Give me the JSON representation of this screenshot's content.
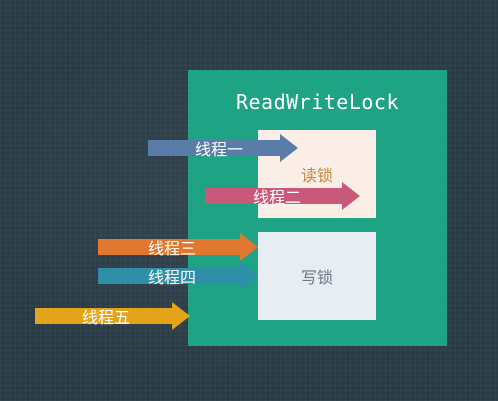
{
  "diagram": {
    "title": "ReadWriteLock",
    "read_lock_label": "读锁",
    "write_lock_label": "写锁",
    "threads": [
      {
        "label": "线程一",
        "color": "#5a7ca8",
        "target": "read-lock"
      },
      {
        "label": "线程二",
        "color": "#c9587a",
        "target": "read-lock"
      },
      {
        "label": "线程三",
        "color": "#e0782f",
        "target": "write-lock"
      },
      {
        "label": "线程四",
        "color": "#2f8fa8",
        "target": "write-lock"
      },
      {
        "label": "线程五",
        "color": "#e4a418",
        "target": "write-lock"
      }
    ],
    "colors": {
      "background": "#2b3b45",
      "panel": "#1ea385",
      "read_lock_fill": "#fbeee7",
      "read_lock_text": "#c9883f",
      "write_lock_fill": "#e8ecf3",
      "write_lock_text": "#6f7884"
    }
  }
}
